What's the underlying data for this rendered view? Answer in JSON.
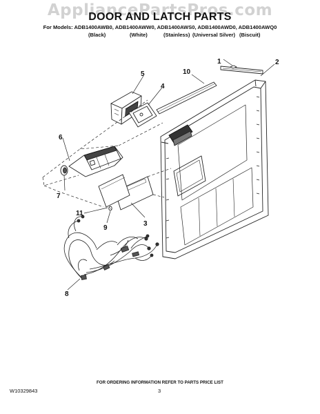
{
  "watermark": "AppliancePartsPros.com",
  "title": "DOOR AND LATCH PARTS",
  "models_line": "For Models: ADB1400AWB0, ADB1400AWW0, ADB1400AWS0, ADB1400AWD0, ADB1400AWQ0",
  "colors": [
    "(Black)",
    "(White)",
    "(Stainless)",
    "(Universal Silver)",
    "(Biscuit)"
  ],
  "callouts": [
    "1",
    "2",
    "3",
    "4",
    "5",
    "6",
    "7",
    "8",
    "9",
    "10",
    "11"
  ],
  "footer_note": "FOR ORDERING INFORMATION REFER TO PARTS PRICE LIST",
  "doc_number": "W10329843",
  "page_number": "3",
  "line_color": "#222222"
}
